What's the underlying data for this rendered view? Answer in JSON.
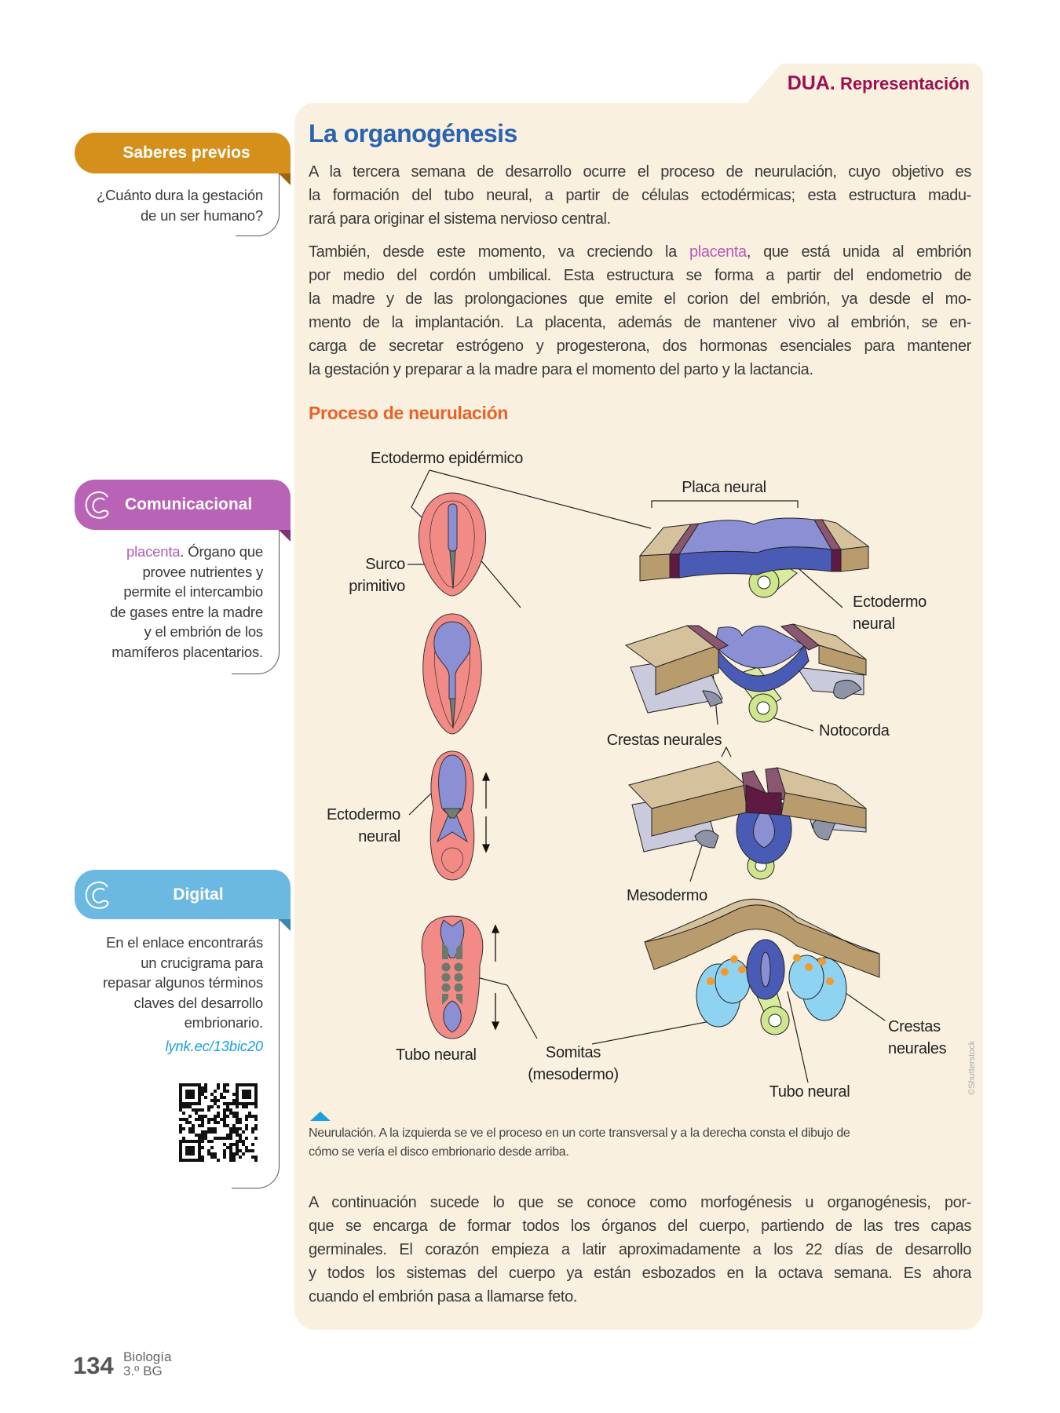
{
  "header": {
    "dua_bold": "DUA.",
    "dua_label": "Representación"
  },
  "main": {
    "title": "La organogénesis",
    "para1": [
      "A la tercera semana de desarrollo ocurre el proceso de neurulación, cuyo objetivo es",
      "la formación del tubo neural, a partir de células ectodérmicas; esta estructura madu-",
      "rará para originar el sistema nervioso central."
    ],
    "para2_first": {
      "before": "También, desde este momento, va creciendo la ",
      "highlight": "placenta",
      "after": ", que está unida al embrión"
    },
    "para2": [
      "por medio del cordón umbilical. Esta estructura se forma a partir del endometrio de",
      "la madre y de las prolongaciones que emite el corion del embrión, ya desde el mo-",
      "mento de la implantación. La placenta, además de mantener vivo al embrión, se en-",
      "carga de secretar estrógeno y progesterona, dos hormonas esenciales para mantener",
      "la gestación y preparar a la madre para el momento del parto y la lactancia."
    ],
    "subtitle": "Proceso de neurulación",
    "caption": [
      "Neurulación. A la izquierda se ve el proceso en un corte transversal y a la derecha consta el dibujo de",
      "cómo se vería el disco embrionario desde arriba."
    ],
    "credit": "©Shutterstock",
    "para3": [
      "A continuación sucede lo que se conoce como morfogénesis u organogénesis, por-",
      "que se encarga de formar todos los órganos del cuerpo, partiendo de las tres capas",
      "germinales. El corazón empieza a latir aproximadamente a los 22 días de desarrollo",
      "y todos los sistemas del cuerpo ya están esbozados en la octava semana. Es ahora",
      "cuando el embrión pasa a llamarse feto."
    ]
  },
  "diagram": {
    "ectodermo_epidermico": "Ectodermo epidérmico",
    "placa_neural": "Placa neural",
    "surco": [
      "Surco",
      "primitivo"
    ],
    "ectodermo_neural_right": [
      "Ectodermo",
      "neural"
    ],
    "crestas_mid": "Crestas neurales",
    "notocorda": "Notocorda",
    "ectodermo_neural_left": [
      "Ectodermo",
      "neural"
    ],
    "mesodermo": "Mesodermo",
    "tubo_neural_left": "Tubo neural",
    "somitas": [
      "Somitas",
      "(mesodermo)"
    ],
    "crestas_right": [
      "Crestas",
      "neurales"
    ],
    "tubo_neural_right": "Tubo neural"
  },
  "sidebar": {
    "saberes": {
      "label": "Saberes previos",
      "lines": [
        "¿Cuánto dura la gestación",
        "de un ser humano?"
      ],
      "color": "#d4901a"
    },
    "comunicacional": {
      "label": "Comunicacional",
      "term": "placenta",
      "first_rest": ". Órgano que",
      "lines": [
        "provee nutrientes y",
        "permite el intercambio",
        "de gases entre la madre",
        "y el embrión de los",
        "mamíferos placentarios."
      ],
      "color": "#b963b6"
    },
    "digital": {
      "label": "Digital",
      "lines": [
        "En el enlace encontrarás",
        "un crucigrama para",
        "repasar algunos términos",
        "claves del desarrollo",
        "embrionario."
      ],
      "link": "lynk.ec/13bic20",
      "color": "#6bb8e0"
    }
  },
  "footer": {
    "page_number": "134",
    "subject": "Biología",
    "grade": "3.º BG"
  }
}
